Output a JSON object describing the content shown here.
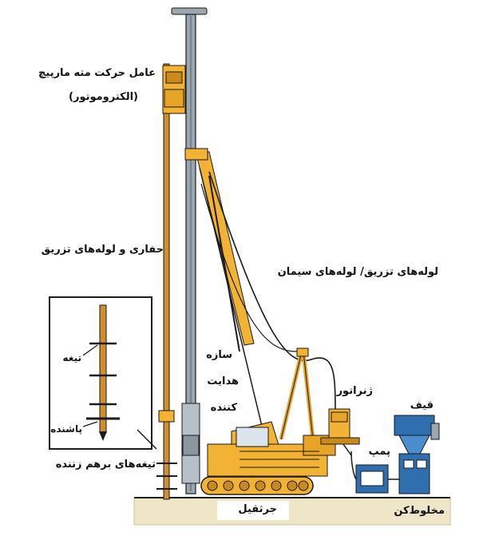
{
  "colors": {
    "machine": "#f2b233",
    "machine_dark": "#c98a1a",
    "mast": "#9aa7b0",
    "mast_dark": "#4d5a63",
    "blue_unit": "#2f6fb0",
    "ground": "#efe6c8",
    "stroke": "#1a1a1a"
  },
  "labels": {
    "motor_line1": "عامل حرکت مته مارپیچ",
    "motor_line2": "(الکتروموتور)",
    "drill": "حفاری و لوله‌های تزریق",
    "pipes": "لوله‌های تزریق/ لوله‌های سیمان",
    "guide_1": "سازه",
    "guide_2": "هدایت",
    "guide_3": "کننده",
    "generator": "ژنراتور",
    "funnel": "قیف",
    "pump": "پمپ",
    "mixer": "مخلوط‌کن",
    "crane": "جرثقیل",
    "blade": "تیغه",
    "heel": "پاشنده",
    "cutting_blades": "تیغه‌های برهم زننده"
  },
  "icons": {
    "crawler": "crawler-crane-icon",
    "auger": "auger-detail-icon"
  }
}
